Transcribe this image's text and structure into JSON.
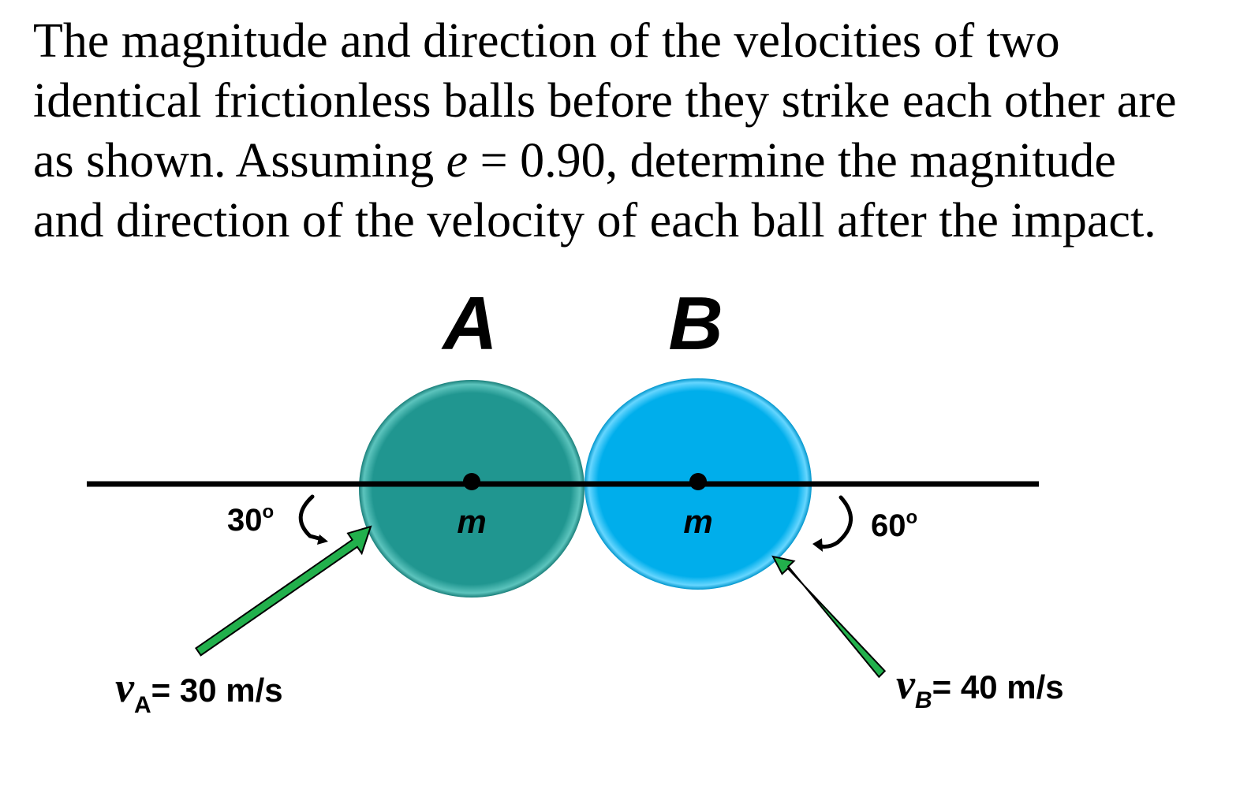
{
  "problem": {
    "line1": "The magnitude and direction of the velocities of two",
    "line2": "identical frictionless balls before they strike each other are",
    "line3_before": "as shown.  Assuming ",
    "line3_var": "e",
    "line3_after": " = 0.90, determine the magnitude",
    "line4": "and direction of the velocity of each ball after the impact."
  },
  "diagram": {
    "ball_a": {
      "label": "A",
      "mass_label": "m",
      "color": "#209690"
    },
    "ball_b": {
      "label": "B",
      "mass_label": "m",
      "color": "#00aeeb"
    },
    "angle_a": {
      "value": "30",
      "unit": "o"
    },
    "angle_b": {
      "value": "60",
      "unit": "o"
    },
    "velocity_a": {
      "symbol": "v",
      "subscript": "A",
      "text": "= 30 m/s"
    },
    "velocity_b": {
      "symbol": "v",
      "subscript": "B",
      "text": "= 40 m/s"
    },
    "arrow_color": "#22b04c"
  }
}
